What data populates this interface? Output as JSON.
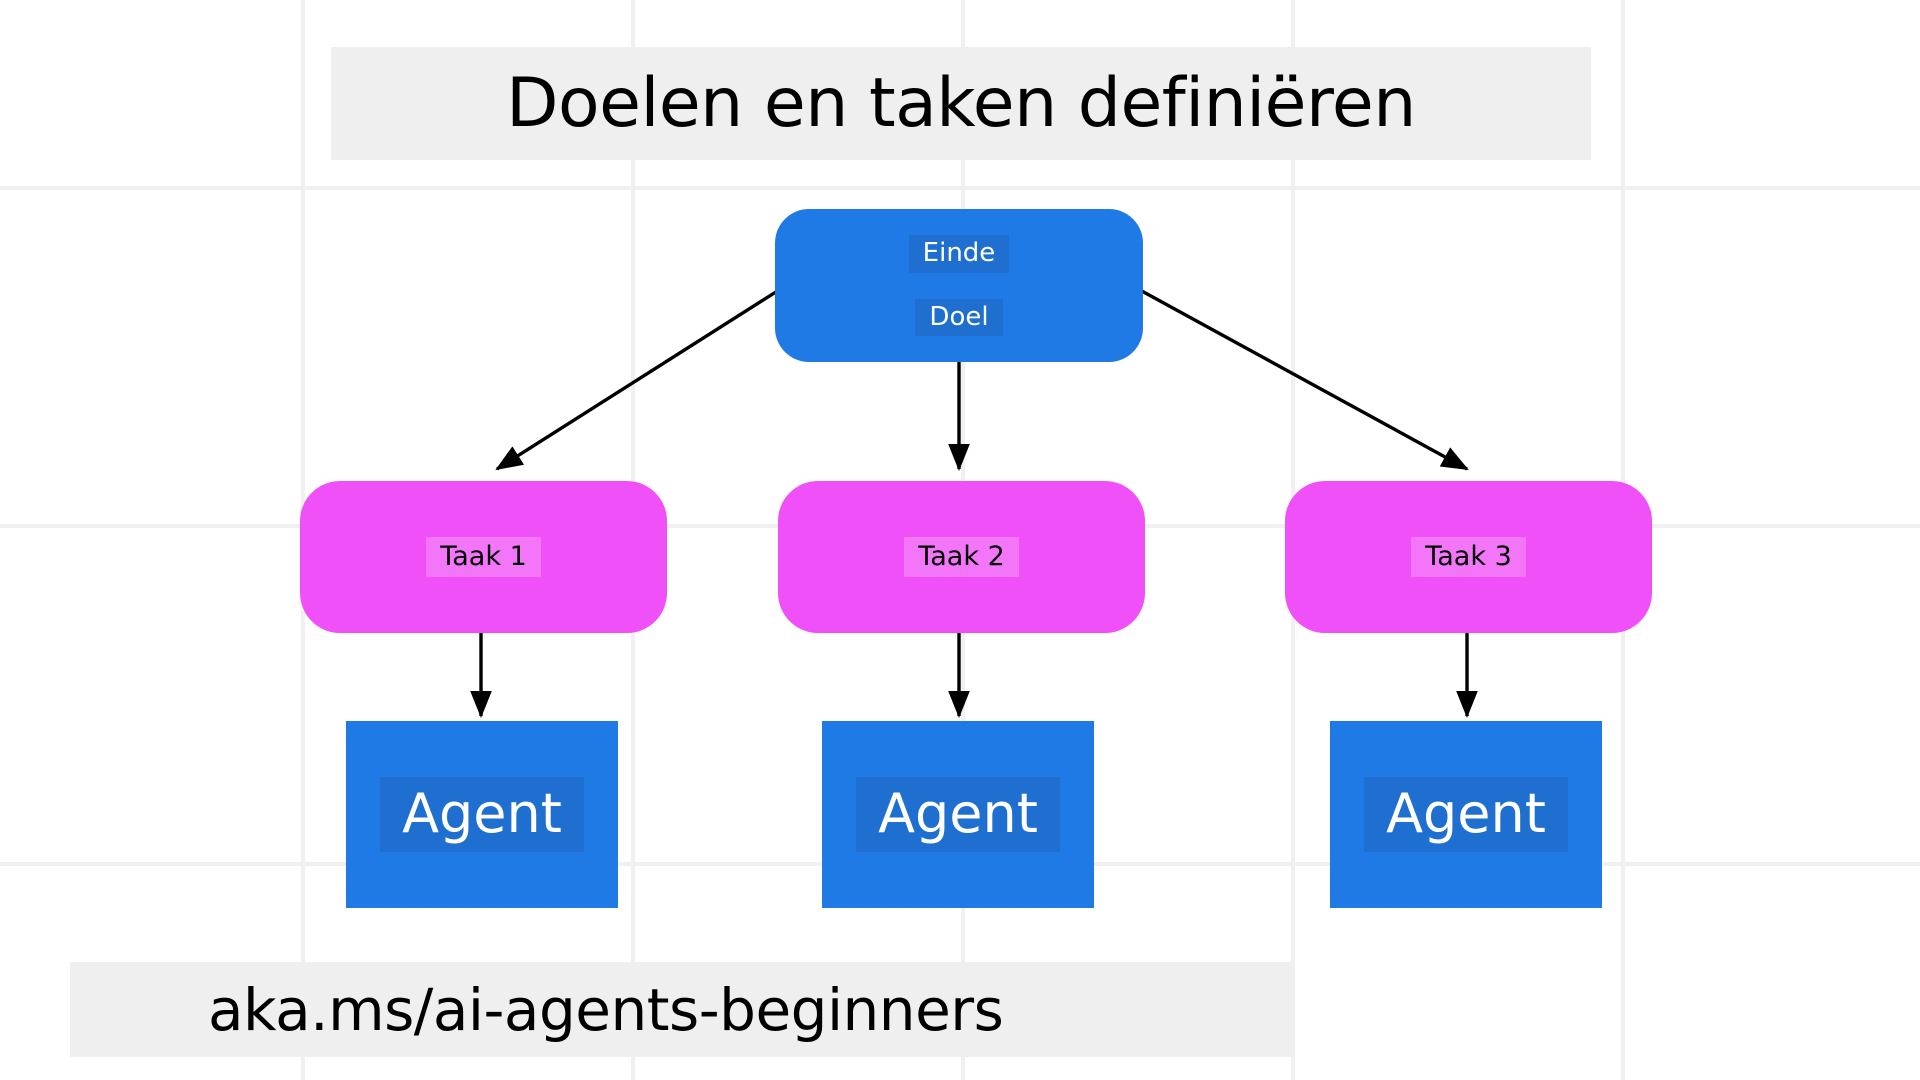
{
  "page": {
    "title_banner": "Doelen en taken definiëren",
    "footer_banner": "aka.ms/ai-agents-beginners"
  },
  "colors": {
    "canvas_background": "#ffffff",
    "grid_line": "#f0f0f0",
    "banner_background": "#efefef",
    "goal_node": "#1f7ae6",
    "task_node": "#f050f8",
    "agent_node": "#1f7ae6",
    "highlight_blue": "#1e6fd0",
    "arrow": "#000000",
    "text_light": "#ffffff",
    "text_dark": "#000000"
  },
  "diagram": {
    "type": "tree",
    "goal_node": {
      "line_1": "Einde",
      "line_2": "Doel"
    },
    "tasks": [
      {
        "label": "Taak 1"
      },
      {
        "label": "Taak 2"
      },
      {
        "label": "Taak 3"
      }
    ],
    "agents": [
      {
        "label": "Agent"
      },
      {
        "label": "Agent"
      },
      {
        "label": "Agent"
      }
    ],
    "edges": [
      {
        "from": "Einde Doel",
        "to": "Taak 1"
      },
      {
        "from": "Einde Doel",
        "to": "Taak 2"
      },
      {
        "from": "Einde Doel",
        "to": "Taak 3"
      },
      {
        "from": "Taak 1",
        "to": "Agent"
      },
      {
        "from": "Taak 2",
        "to": "Agent"
      },
      {
        "from": "Taak 3",
        "to": "Agent"
      }
    ]
  }
}
